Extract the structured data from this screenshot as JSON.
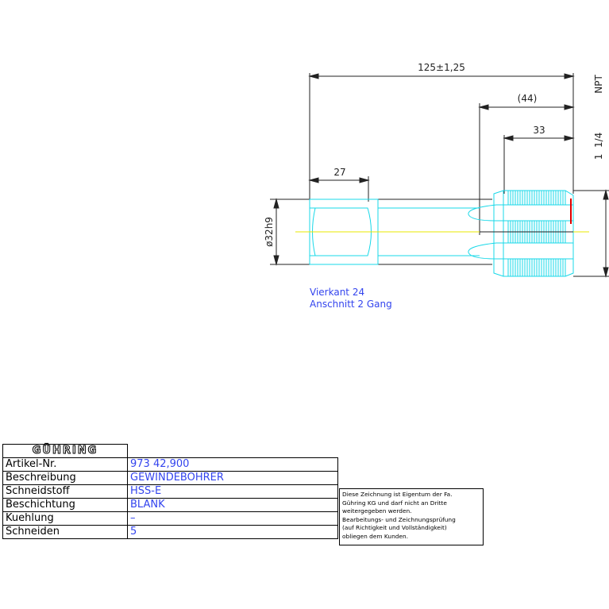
{
  "drawing": {
    "dimensions": {
      "overall_length": "125±1,25",
      "length_44": "(44)",
      "length_33": "33",
      "length_27": "27",
      "diameter": "ø32h9",
      "thread_size": "1  1/4",
      "thread_type": "NPT"
    },
    "annotations": {
      "square": "Vierkant 24",
      "chamfer": "Anschnitt 2 Gang"
    },
    "colors": {
      "tool_outline": "#18d8e8",
      "center_line": "#e8e800",
      "dimension_lines": "#222222",
      "text_blue": "#3344ee",
      "marker_red": "#dd0000"
    }
  },
  "title_block": {
    "logo": "GÜHRING",
    "rows": [
      {
        "label": "Artikel-Nr.",
        "value": "973 42,900"
      },
      {
        "label": "Beschreibung",
        "value": "GEWINDEBOHRER"
      },
      {
        "label": "Schneidstoff",
        "value": "HSS-E"
      },
      {
        "label": "Beschichtung",
        "value": "BLANK"
      },
      {
        "label": "Kuehlung",
        "value": "–"
      },
      {
        "label": "Schneiden",
        "value": "5"
      }
    ],
    "notice": "Diese Zeichnung ist Eigentum der Fa.\nGühring KG und darf nicht an Dritte\nweitergegeben werden.\nBearbeitungs- und Zeichnungsprüfung\n(auf Richtigkeit und Vollständigkeit)\nobliegen dem Kunden."
  }
}
